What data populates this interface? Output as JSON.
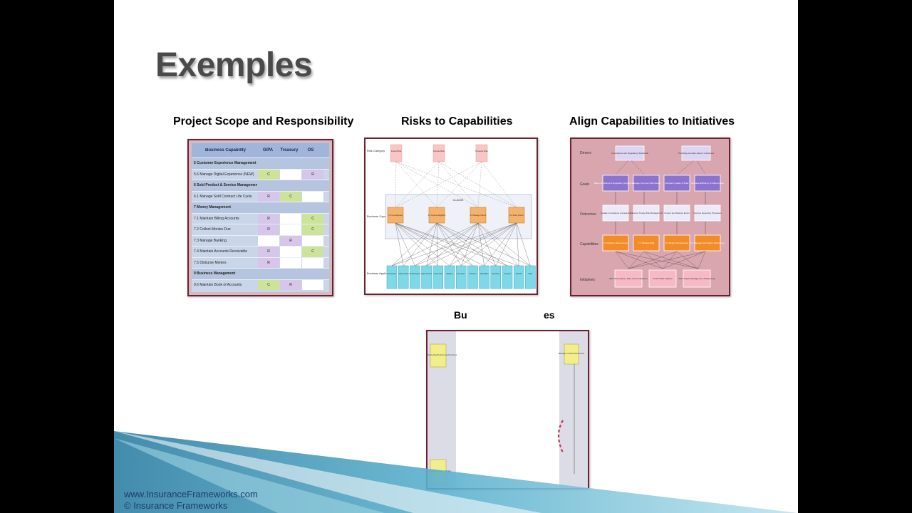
{
  "slide": {
    "title": "Exemples",
    "captions": {
      "scope": "Project Scope and Responsibility",
      "risks": "Risks to Capabilities",
      "align": "Align Capabilities to Initiatives",
      "partial_left": "Bu",
      "partial_right": "es"
    },
    "footer": {
      "url": "www.InsuranceFrameworks.com",
      "copyright": "© Insurance Frameworks"
    }
  },
  "scope_table": {
    "headers": [
      "Business Capability",
      "GIPA",
      "Treasury",
      "OS"
    ],
    "rows": [
      {
        "name": "5 Customer Experience Management",
        "section": true,
        "cells": []
      },
      {
        "name": "5.6 Manage Digital Experience (NEW)",
        "section": false,
        "cells": [
          "C",
          "",
          "R"
        ]
      },
      {
        "name": "6 Sold Product & Service Management",
        "section": true,
        "cells": []
      },
      {
        "name": "6.1 Manage Sold Contract Life Cycle",
        "section": false,
        "cells": [
          "R",
          "C",
          ""
        ]
      },
      {
        "name": "7 Money Management",
        "section": true,
        "cells": []
      },
      {
        "name": "7.1 Maintain Billing Accounts",
        "section": false,
        "cells": [
          "R",
          "",
          "C"
        ]
      },
      {
        "name": "7.2 Collect Monies Due",
        "section": false,
        "cells": [
          "R",
          "",
          "C"
        ]
      },
      {
        "name": "7.3 Manage Banking",
        "section": false,
        "cells": [
          "",
          "R",
          ""
        ]
      },
      {
        "name": "7.4 Maintain Accounts Receivable",
        "section": false,
        "cells": [
          "R",
          "",
          "C"
        ]
      },
      {
        "name": "7.5 Disburse Monies",
        "section": false,
        "cells": [
          "R",
          "",
          ""
        ]
      },
      {
        "name": "9 Business Management",
        "section": true,
        "cells": []
      },
      {
        "name": "9.6 Maintain Book of Accounts",
        "section": false,
        "cells": [
          "C",
          "R",
          ""
        ]
      }
    ]
  },
  "risks_diagram": {
    "row_labels": [
      "Risk Category",
      "Business Capability",
      "Business Application"
    ],
    "risks": [
      "Fraud Risk",
      "People Risk",
      "Process Risk"
    ],
    "group_label": "CLAIMS",
    "capabilities": [
      "3.1 Cost Request",
      "3.2 Conduct Eligibility",
      "3.3 Manage Claims",
      "3.4 Settle Claims"
    ],
    "applications": [
      "Entitlement",
      "Claims Entry",
      "Benefit System",
      "Claim Service",
      "Credit Card",
      "Banking",
      "Document",
      "Customer",
      "Data Mgmt",
      "Reporting",
      "Accounts",
      "Benefits",
      "Other"
    ],
    "colors": {
      "risk": "#f9c6c4",
      "capability": "#f6b26b",
      "application": "#7fd8e8",
      "group": "#eef2f8"
    }
  },
  "align_diagram": {
    "row_labels": [
      "Drivers",
      "Goals",
      "Outcomes",
      "Capabilities",
      "Initiatives"
    ],
    "drivers": [
      "Compliance with Regulatory Standards",
      "Providing Accurate data to Customers"
    ],
    "goals": [
      "Meet compliance & Regulatory Requirements",
      "Manage Common Risk Issues",
      "Enhance Quality of Data",
      "Increase Efficiency of Data Access"
    ],
    "outcomes": [
      "Update Compliance procedures",
      "Enhance Timely Risk Management",
      "Correct and Reduce Errors",
      "Improve Reporting Processes"
    ],
    "capabilities": [
      "7.2 Perform Reinsurance",
      "7.2 Manage Risk",
      "2.3 Report Out Services",
      "9.3 Manage Information Technology"
    ],
    "initiatives": [
      "IWC Governance, Risk, and Compliance",
      "GCAS Data Initiative",
      "TAF Project Management & Reporting"
    ],
    "colors": {
      "background": "#d9a6b0",
      "driver": "#dcd6f3",
      "goal": "#8b74cf",
      "outcome": "#eceaf6",
      "capability": "#f28c28",
      "initiative": "#f7b9c6"
    }
  },
  "partial_diagram": {
    "left_top": "Manage Partnering Products and Services",
    "left_bottom": "Manage Distribution of Rules",
    "right_top": "Manage Contract Documents",
    "colors": {
      "box": "#f3ee8c"
    }
  }
}
